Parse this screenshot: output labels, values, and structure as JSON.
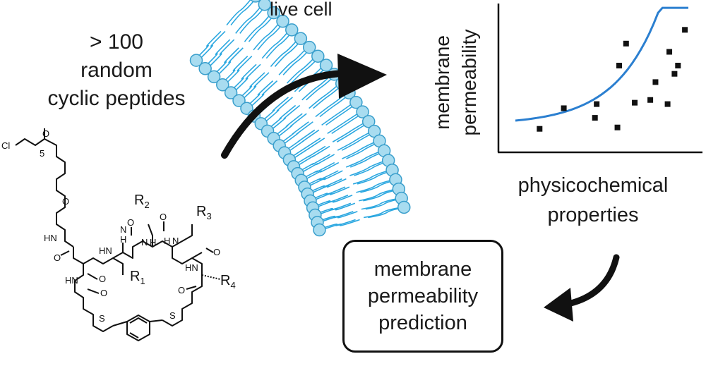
{
  "intro": {
    "line1": "> 100",
    "line2": "random",
    "line3": "cyclic peptides"
  },
  "cell_label": "live cell",
  "chart_data": {
    "type": "scatter",
    "xlabel": "physicochemical properties",
    "ylabel": "membrane permeability",
    "xlabel_lines": [
      "physicochemical",
      "properties"
    ],
    "ylabel_lines": [
      "membrane",
      "permeability"
    ],
    "x": [
      0.14,
      0.28,
      0.46,
      0.47,
      0.59,
      0.6,
      0.64,
      0.69,
      0.78,
      0.81,
      0.88,
      0.89,
      0.92,
      0.94,
      0.98
    ],
    "y": [
      0.14,
      0.29,
      0.22,
      0.32,
      0.15,
      0.6,
      0.76,
      0.33,
      0.35,
      0.48,
      0.32,
      0.7,
      0.54,
      0.6,
      0.86
    ],
    "series": [
      {
        "name": "",
        "kind": "points",
        "color": "#111111"
      },
      {
        "name": "",
        "kind": "exponential-fit",
        "color": "#2b7fd0"
      }
    ],
    "fit": {
      "type": "exponential",
      "a": 0.2,
      "b": 0.03,
      "c": 4.0
    },
    "xlim": [
      0,
      1
    ],
    "ylim": [
      0,
      1
    ],
    "grid": false,
    "legend": "none"
  },
  "prediction_box": {
    "line1": "membrane",
    "line2": "permeability",
    "line3": "prediction"
  },
  "molecule": {
    "atoms": {
      "cl": "Cl",
      "o": "O",
      "nh": "HN",
      "n": "N",
      "h": "H",
      "s": "S"
    },
    "subscript_5": "5",
    "groups": [
      {
        "base": "R",
        "sub": "1"
      },
      {
        "base": "R",
        "sub": "2"
      },
      {
        "base": "R",
        "sub": "3"
      },
      {
        "base": "R",
        "sub": "4"
      }
    ]
  },
  "colors": {
    "lipid_head": "#a8dcf0",
    "lipid_head_stroke": "#3a9fcc",
    "lipid_tail": "#2aa7e0",
    "fit_line": "#2b7fd0",
    "arrow": "#111111"
  }
}
